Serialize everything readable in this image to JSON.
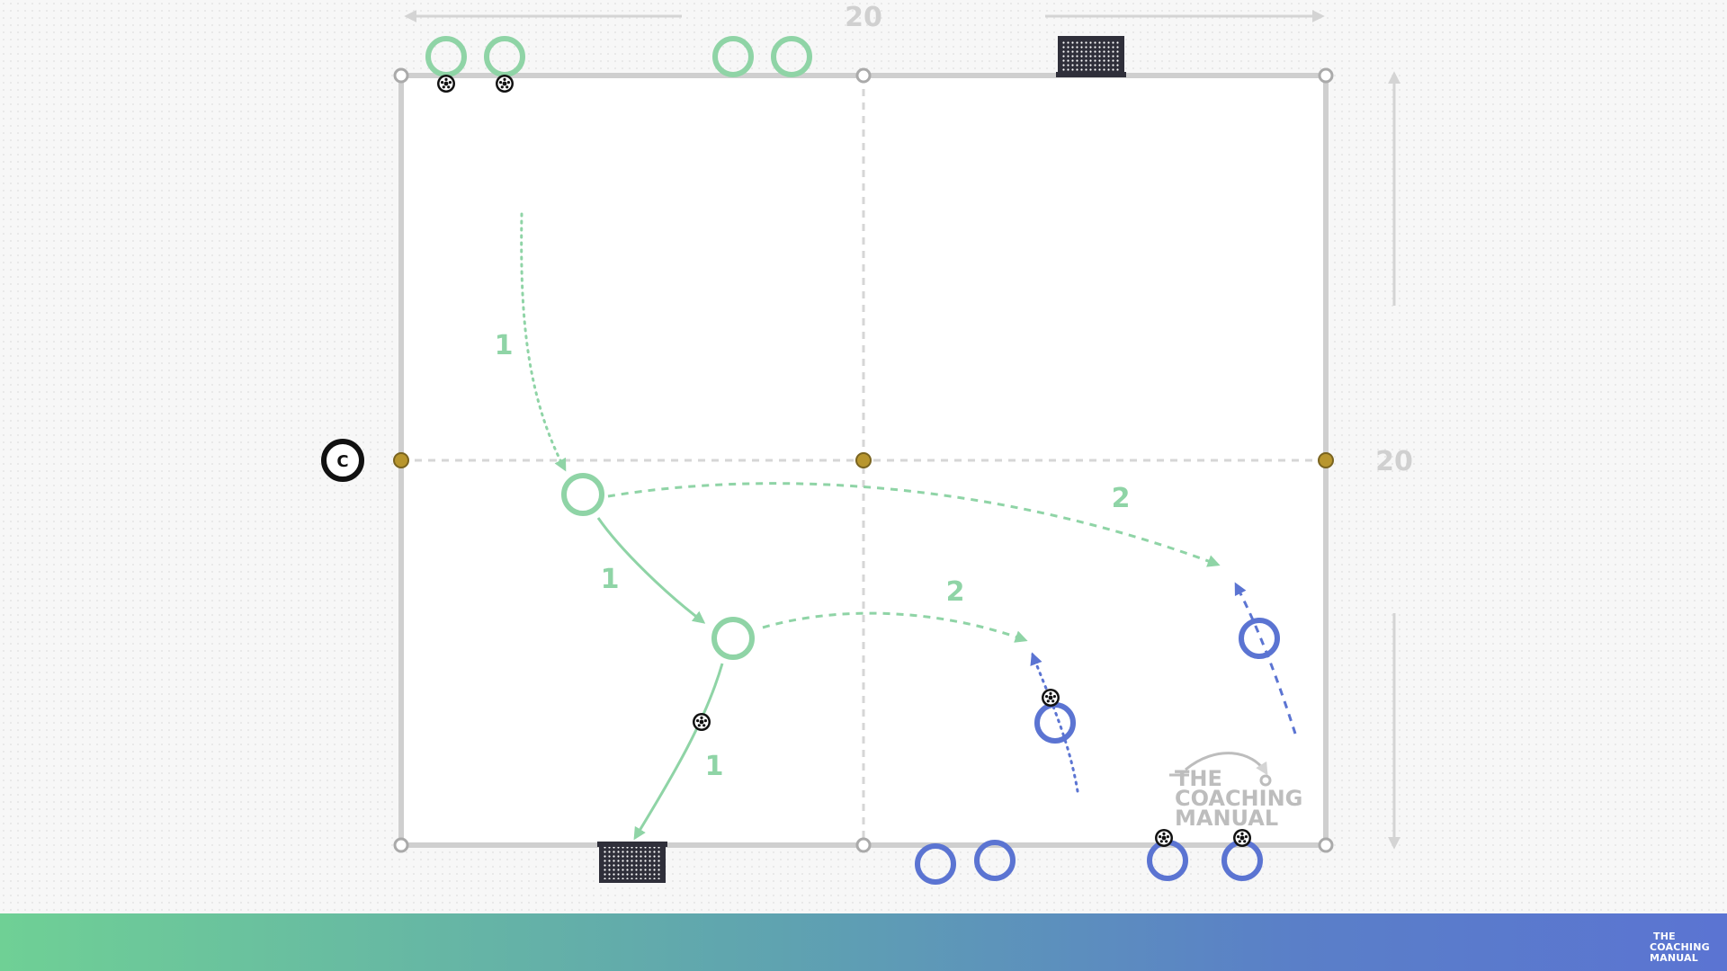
{
  "dimensions": {
    "width_label": "20",
    "height_label": "20"
  },
  "coach": {
    "letter": "C"
  },
  "arrow_labels": {
    "green_dotted_run": "1",
    "green_pass": "1",
    "green_shot": "1",
    "green_long_pass": "2",
    "green_short_pass": "2"
  },
  "branding": {
    "watermark_line1": "THE",
    "watermark_line2": "COACHING",
    "watermark_line3": "MANUAL",
    "footer_line1": "THE",
    "footer_line2": "COACHING",
    "footer_line3": "MANUAL"
  },
  "colors": {
    "team_green": "#8fd4a6",
    "team_blue": "#5b74d2",
    "pitch_line": "#cfcfcf",
    "cone_gold": "#b8962e",
    "goal": "#2f2f3a"
  }
}
